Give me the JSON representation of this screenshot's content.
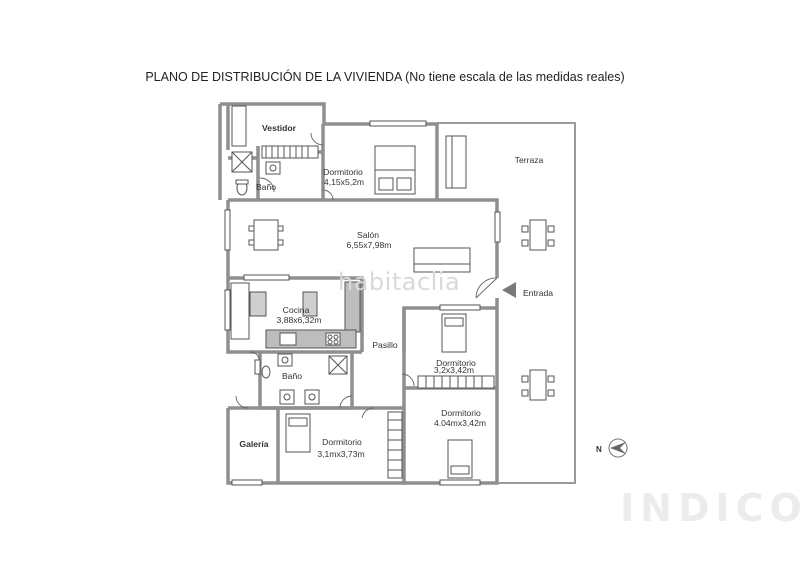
{
  "title": "PLANO DE DISTRIBUCIÓN DE LA VIVIENDA (No tiene escala de las medidas reales)",
  "rooms": {
    "vestidor": "Vestidor",
    "dormitorio1": {
      "name": "Dormitorio",
      "size": "4,15x5,2m"
    },
    "bano1": "Baño",
    "terraza": "Terraza",
    "salon": {
      "name": "Salón",
      "size": "6,55x7,98m"
    },
    "cocina": {
      "name": "Cocina",
      "size": "3,88x6,32m"
    },
    "pasillo": "Pasillo",
    "entrada": "Entrada",
    "bano2": "Baño",
    "dormitorio2": {
      "name": "Dormitorio",
      "size": "3,2x3,42m"
    },
    "dormitorio3": {
      "name": "Dormitorio",
      "size": "4.04mx3,42m"
    },
    "galeria": "Galería",
    "dormitorio4": {
      "name": "Dormitorio",
      "size": "3,1mx3,73m"
    }
  },
  "compass": "N",
  "watermarks": {
    "habitaclia": "habitaclia",
    "indico": "INDICO"
  }
}
